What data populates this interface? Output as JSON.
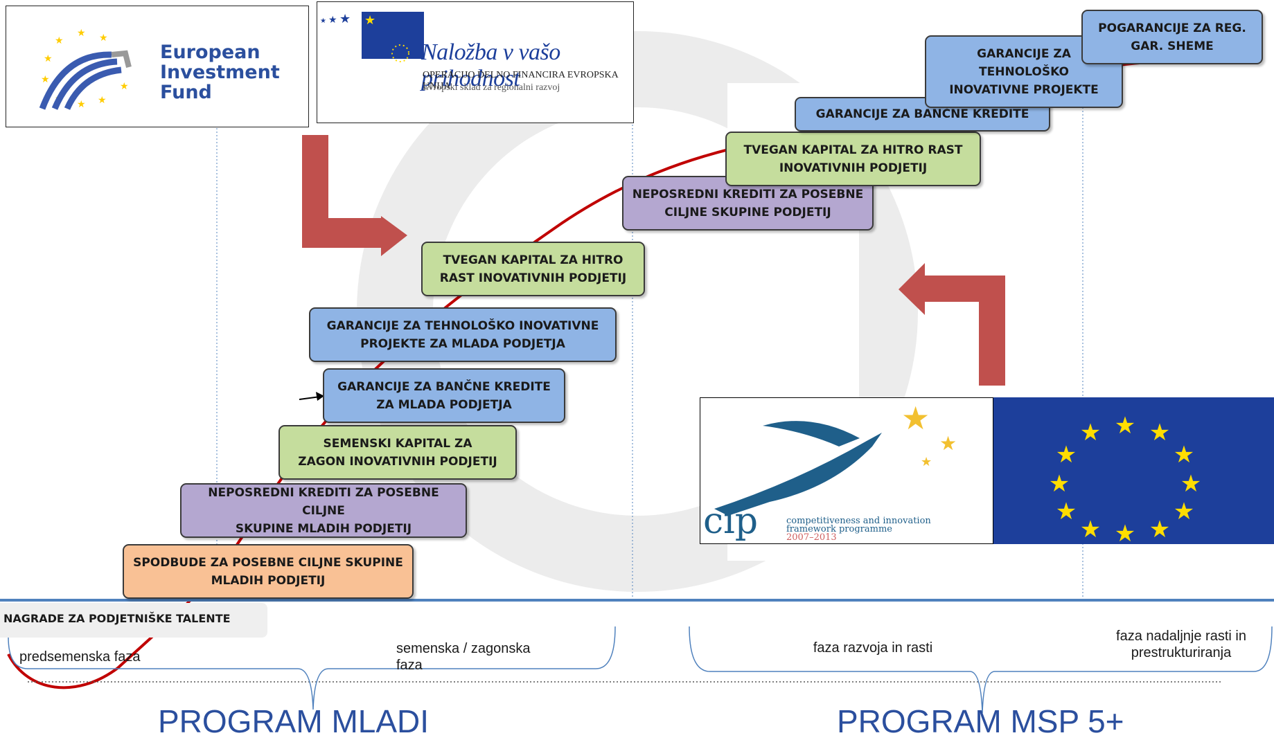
{
  "logos": {
    "eif": {
      "line1": "European",
      "line2": "Investment",
      "line3": "Fund",
      "color": "#2b4f9e"
    },
    "erdf": {
      "slogan": "Naložba v vašo prihodnost",
      "line1": "OPERACIJO DELNO FINANCIRA EVROPSKA UNIJA",
      "line2": "Evropski sklad za regionalni razvoj"
    },
    "cip": {
      "word": "cip",
      "line1": "competitiveness and innovation",
      "line2": "framework programme",
      "line3": "2007–2013"
    }
  },
  "left_steps": [
    {
      "text": "SPODBUDE ZA POSEBNE CILJNE SKUPINE\nMLADIH PODJETIJ",
      "color": "orange"
    },
    {
      "text": "NEPOSREDNI KREDITI ZA POSEBNE CILJNE\nSKUPINE MLADIH PODJETIJ",
      "color": "purple"
    },
    {
      "text": "SEMENSKI KAPITAL ZA\nZAGON INOVATIVNIH PODJETIJ",
      "color": "green"
    },
    {
      "text": "GARANCIJE ZA BANČNE KREDITE\nZA MLADA PODJETJA",
      "color": "blue"
    },
    {
      "text": "GARANCIJE ZA TEHNOLOŠKO INOVATIVNE\nPROJEKTE ZA  MLADA PODJETJA",
      "color": "blue"
    },
    {
      "text": "TVEGAN KAPITAL ZA HITRO\nRAST INOVATIVNIH PODJETIJ",
      "color": "green"
    }
  ],
  "right_steps": [
    {
      "text": "NEPOSREDNI KREDITI ZA POSEBNE\nCILJNE SKUPINE PODJETIJ",
      "color": "purple"
    },
    {
      "text": "TVEGAN KAPITAL ZA HITRO RAST\nINOVATIVNIH PODJETIJ",
      "color": "green"
    },
    {
      "text": "GARANCIJE ZA BANČNE KREDITE",
      "color": "blue"
    },
    {
      "text": "GARANCIJE ZA\nTEHNOLOŠKO\nINOVATIVNE PROJEKTE",
      "color": "blue"
    },
    {
      "text": "POGARANCIJE ZA REG.\nGAR.  SHEME",
      "color": "blue"
    }
  ],
  "award": "NAGRADE ZA PODJETNIŠKE TALENTE",
  "phases": {
    "preseed": "predsemenska faza",
    "seed": "semenska / zagonska\nfaza",
    "growth": "faza razvoja in rasti",
    "further": "faza nadaljnje rasti in\nprestrukturiranja"
  },
  "programs": {
    "left": "PROGRAM MLADI",
    "right": "PROGRAM MSP 5+"
  },
  "colors": {
    "curve": "#c00000",
    "arrow": "#c0504d",
    "axis": "#4f81bd",
    "brace": "#4f81bd",
    "program": "#2b4f9e",
    "green": "#c5dd9d",
    "blue": "#8fb4e5",
    "purple": "#b4a7d0",
    "orange": "#f9c195",
    "eu_blue": "#1d3f9b",
    "eu_star": "#ffdd00"
  }
}
